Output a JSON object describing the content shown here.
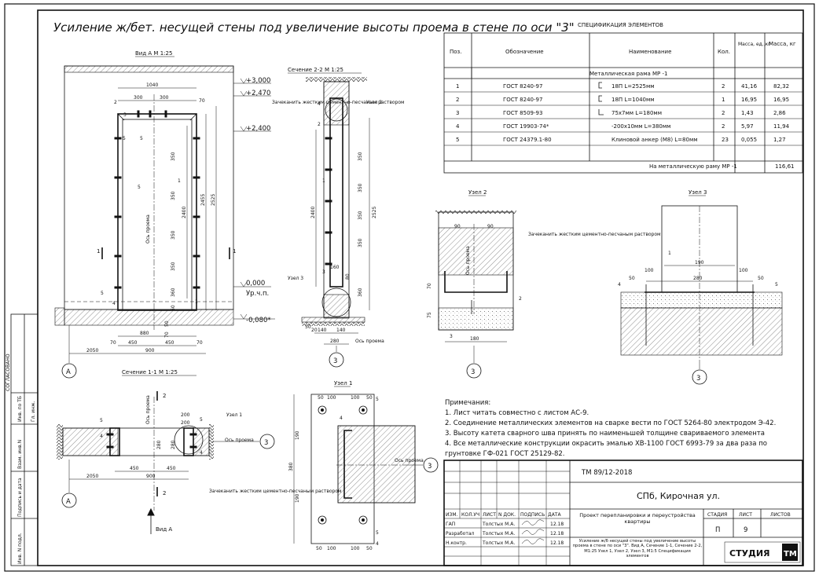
{
  "title": "Усиление ж/бет. несущей стены под увеличение высоты проема в стене по оси \"3\"",
  "views": {
    "view_a": {
      "title": "Вид А  М 1:25",
      "axis_label": "Ось проема",
      "axis_marker": "А",
      "cut_marks": [
        "1",
        "1"
      ],
      "levels": [
        "+3,000",
        "+2,470",
        "+2,400",
        "0,000",
        "Ур.ч.п.",
        "-0,080*"
      ],
      "dims_top": [
        "1040",
        "300",
        "300",
        "70"
      ],
      "dims_vertical": [
        "2400",
        "2455",
        "2525",
        "350",
        "350",
        "350",
        "350",
        "360",
        "60",
        "50",
        "70"
      ],
      "dims_bottom": [
        "880",
        "450",
        "450",
        "70",
        "900",
        "2050",
        "70"
      ],
      "positions": [
        "2",
        "3",
        "5",
        "5",
        "1",
        "5",
        "4",
        "1",
        "5"
      ]
    },
    "section_22": {
      "title": "Сечение 2-2 М 1:25",
      "note": "Зачеканить жестким цементно-песчаным раствором",
      "node_labels": [
        "Узел 2",
        "Узел 3"
      ],
      "axis_label": "Ось проема",
      "axis_marker": "3",
      "dims": [
        "2400",
        "2525",
        "350",
        "350",
        "350",
        "350",
        "160",
        "80",
        "360",
        "50",
        "20",
        "140",
        "140",
        "280"
      ],
      "positions": [
        "4",
        "2",
        "1",
        "3"
      ]
    },
    "section_11": {
      "title": "Сечение 1-1  М 1:25",
      "axis_label_1": "Ось проема",
      "axis_label_2": "Ось проема",
      "axis_marker_1": "3",
      "axis_marker_2": "А",
      "node_label": "Узел 1",
      "view_label": "Вид А",
      "cut_mark": "2",
      "note": "Зачеканить жестким цементно-песчаным раствором",
      "dims": [
        "200",
        "200",
        "280",
        "280",
        "450",
        "450",
        "900",
        "2050"
      ],
      "positions": [
        "5",
        "4",
        "5",
        "4"
      ]
    },
    "node_1": {
      "title": "Узел 1",
      "axis_label": "Ось проема",
      "axis_marker": "3",
      "dims": [
        "50",
        "100",
        "100",
        "50",
        "190",
        "190",
        "380",
        "50",
        "100",
        "100",
        "50"
      ],
      "positions": [
        "5",
        "5",
        "4",
        "4"
      ]
    },
    "node_2": {
      "title": "Узел 2",
      "note": "Зачеканить жестким цементно-песчаным раствором",
      "axis_label": "Ось проема",
      "axis_marker": "3",
      "dims": [
        "90",
        "90",
        "70",
        "75",
        "180"
      ],
      "positions": [
        "2",
        "3"
      ]
    },
    "node_3": {
      "title": "Узел 3",
      "axis_marker": "3",
      "dims": [
        "190",
        "100",
        "100",
        "50",
        "50",
        "280"
      ],
      "positions": [
        "1",
        "4",
        "5"
      ]
    }
  },
  "spec": {
    "title": "СПЕЦИФИКАЦИЯ ЭЛЕМЕНТОВ",
    "headers": [
      "Поз.",
      "Обозначение",
      "Наименование",
      "Кол.",
      "Масса, ед.,кг",
      "Масса, кг"
    ],
    "group": "Металлическая рама МР -1",
    "rows": [
      {
        "pos": "1",
        "designation": "ГОСТ 8240-97",
        "name": "18П  L=2525мм",
        "symbol": "channel",
        "qty": "2",
        "unit_mass": "41,16",
        "mass": "82,32"
      },
      {
        "pos": "2",
        "designation": "ГОСТ 8240-97",
        "name": "18П  L=1040мм",
        "symbol": "channel",
        "qty": "1",
        "unit_mass": "16,95",
        "mass": "16,95"
      },
      {
        "pos": "3",
        "designation": "ГОСТ 8509-93",
        "name": "75x7мм  L=180мм",
        "symbol": "angle",
        "qty": "2",
        "unit_mass": "1,43",
        "mass": "2,86"
      },
      {
        "pos": "4",
        "designation": "ГОСТ 19903-74*",
        "name": "-200x10мм  L=380мм",
        "symbol": "",
        "qty": "2",
        "unit_mass": "5,97",
        "mass": "11,94"
      },
      {
        "pos": "5",
        "designation": "ГОСТ 24379.1-80",
        "name": "Клиновой анкер (М8) L=80мм",
        "symbol": "",
        "qty": "23",
        "unit_mass": "0,055",
        "mass": "1,27"
      }
    ],
    "total_label": "На металлическую раму МР -1",
    "total_value": "116,61"
  },
  "notes": {
    "title": "Примечания:",
    "items": [
      "1. Лист читать совместно с листом АС-9.",
      "2. Соединение металлических элементов на сварке вести по ГОСТ 5264-80 электродом Э-42.",
      "3. Высоту катета сварного шва принять по наименьшей толщине свариваемого элемента",
      "4. Все металлические конструкции окрасить эмалью ХВ-1100 ГОСТ 6993-79 за два раза по",
      "грунтовке ГФ-021 ГОСТ 25129-82."
    ]
  },
  "title_block": {
    "doc_number": "ТМ 89/12-2018",
    "address": "СПб, Кирочная ул.",
    "project": "Проект перепланировки и переустройства квартиры",
    "sheet_desc": "Усиление ж/б несущей стены под увеличение высоты проема в стене по оси \"3\". Вид А, Сечение 1-1, Сечение 2-2, М1:25 Узел 1, Узел 2, Узел 3, М1:5 Спецификация элементов",
    "header_cols": [
      "ИЗМ.",
      "КОЛ.УЧ",
      "ЛИСТ",
      "N ДОК.",
      "ПОДПИСЬ",
      "ДАТА"
    ],
    "stage_header": [
      "СТАДИЯ",
      "ЛИСТ",
      "ЛИСТОВ"
    ],
    "stage_values": [
      "П",
      "9",
      ""
    ],
    "people": [
      {
        "role": "ГАП",
        "name": "Толстых М.А.",
        "date": "12.18"
      },
      {
        "role": "Разработал",
        "name": "Толстых М.А.",
        "date": "12.18"
      },
      {
        "role": "Н.контр.",
        "name": "Толстых М.А.",
        "date": "12.18"
      }
    ],
    "logo_text": "СТУДИЯ",
    "logo_mark": "ТМ"
  },
  "side_stamp": [
    "Инв. N подл.",
    "Подпись и дата",
    "Взам. инв.N",
    "Инв. по ТБ",
    "Гл. инж.",
    "СОГЛАСОВАНО"
  ]
}
